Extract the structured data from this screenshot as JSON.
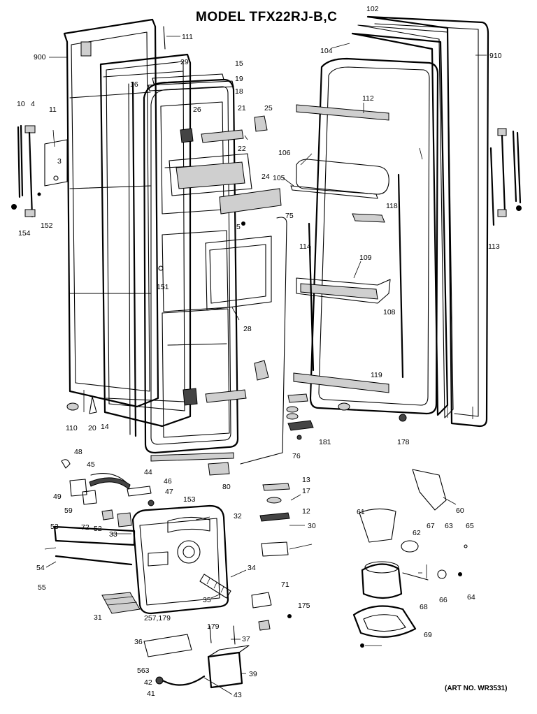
{
  "title": "MODEL TFX22RJ-B,C",
  "art_no": "(ART NO. WR3531)",
  "parts": [
    "900",
    "111",
    "29",
    "15",
    "19",
    "18",
    "16",
    "11",
    "10",
    "4",
    "3",
    "152",
    "154",
    "26",
    "25",
    "21",
    "22",
    "24",
    "75",
    "151",
    "28",
    "5",
    "110",
    "20",
    "14",
    "48",
    "45",
    "44",
    "49",
    "46",
    "47",
    "153",
    "59",
    "72",
    "52",
    "53",
    "33",
    "32",
    "54",
    "55",
    "31",
    "13",
    "17",
    "12",
    "30",
    "34",
    "35",
    "71",
    "175",
    "257,179",
    "36",
    "179",
    "37",
    "563",
    "39",
    "42",
    "41",
    "43",
    "80",
    "76",
    "102",
    "104",
    "910",
    "112",
    "106",
    "105",
    "118",
    "114",
    "109",
    "108",
    "119",
    "181",
    "178",
    "113",
    "61",
    "62",
    "67",
    "63",
    "65",
    "60",
    "66",
    "64",
    "68",
    "69"
  ]
}
